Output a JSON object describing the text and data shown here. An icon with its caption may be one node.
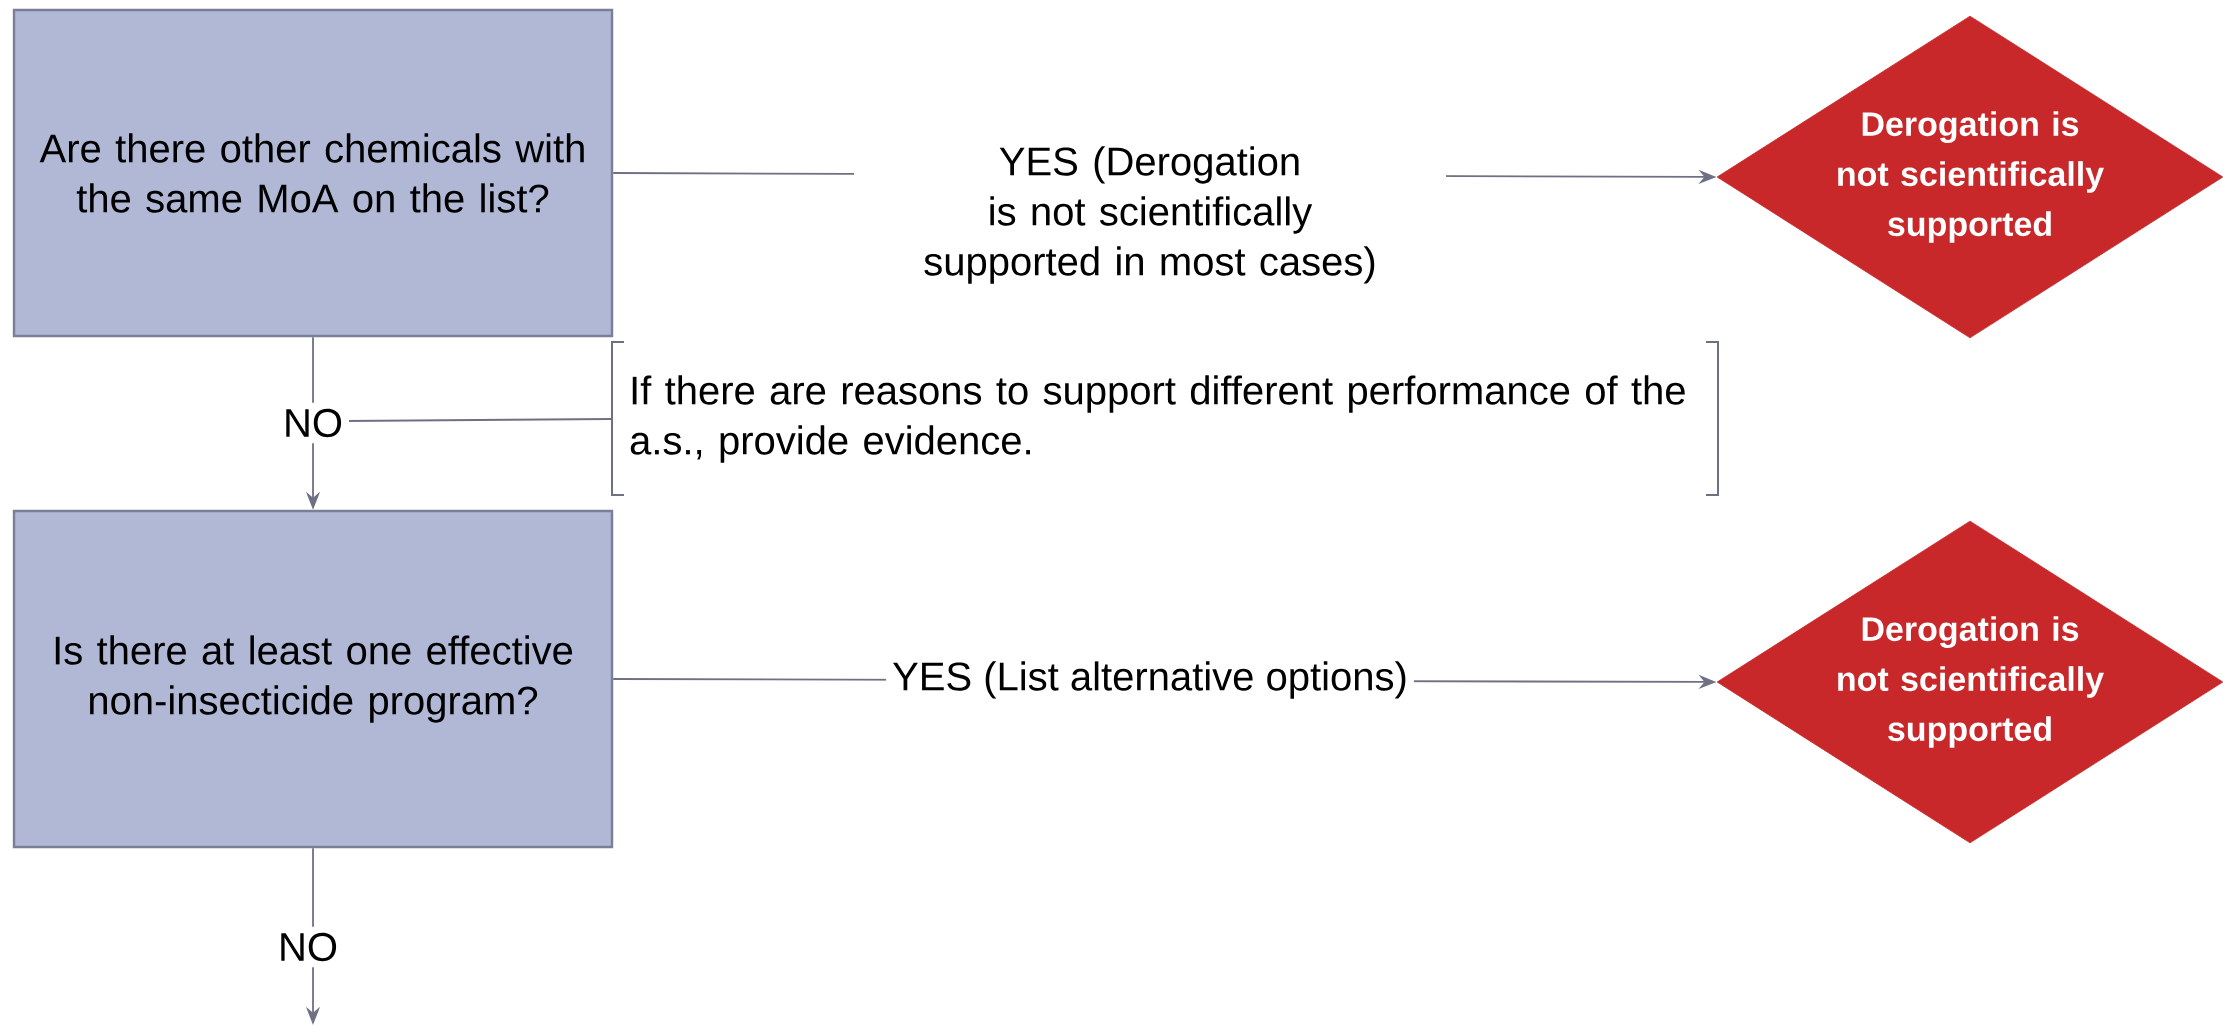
{
  "diagram": {
    "nodes": [
      {
        "text": [
          "Are there other chemicals with the same MoA on the list?"
        ]
      },
      {
        "text": [
          "Derogation is not scientifically supported"
        ]
      },
      {
        "text": [
          "If there are reasons to support different performance of the a.s., provide evidence."
        ]
      },
      {
        "text": [
          "Is there at least one effective non-insecticide program?"
        ]
      },
      {
        "text": [
          "Derogation is not scientifically supported"
        ]
      }
    ],
    "edges": [
      {
        "from": 0,
        "to": 1,
        "arrow": "to",
        "label": "YES (Derogation is not scientifically supported in most cases)"
      },
      {
        "from": 0,
        "to": 3,
        "arrow": "to",
        "label": "NO"
      },
      {
        "from": null,
        "to": 2,
        "arrow": "none"
      },
      {
        "from": 3,
        "to": 4,
        "arrow": "to",
        "label": "YES (List alternative options)"
      },
      {
        "from": 3,
        "to": null,
        "arrow": "to",
        "label": "NO"
      }
    ]
  }
}
